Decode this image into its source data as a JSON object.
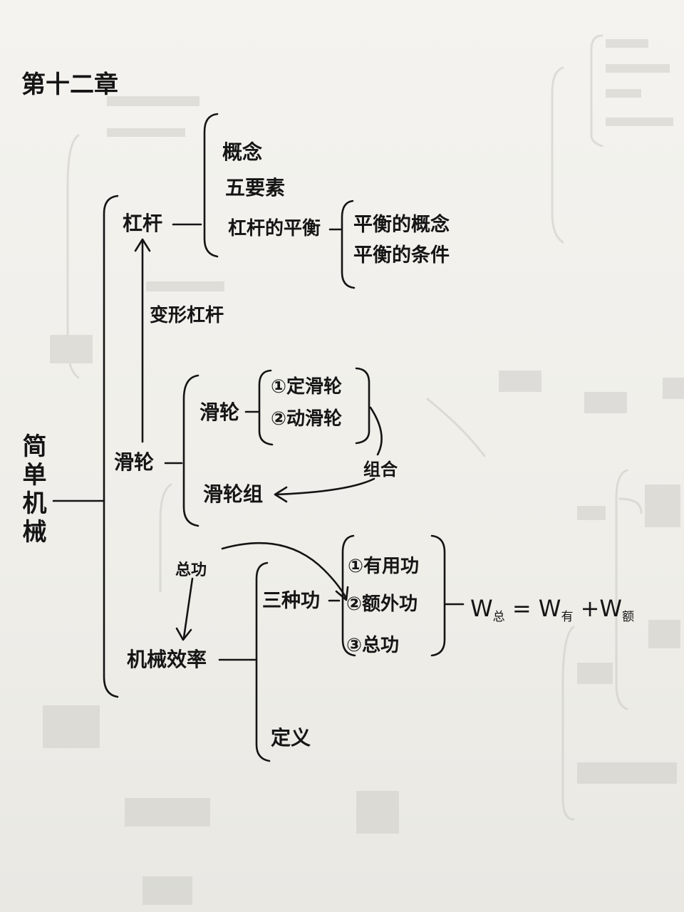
{
  "chapter": "第十二章",
  "root": "简单机械",
  "lever": {
    "label": "杠杆",
    "items": [
      "概念",
      "五要素",
      "杠杆的平衡"
    ],
    "balance_items": [
      "平衡的概念",
      "平衡的条件"
    ]
  },
  "transform_label": "变形杠杆",
  "pulley": {
    "label": "滑轮",
    "sub": "滑轮",
    "kinds": [
      "①定滑轮",
      "②动滑轮"
    ],
    "combine_label": "组合",
    "group": "滑轮组"
  },
  "efficiency": {
    "label": "机械效率",
    "note": "总功",
    "three_work": "三种功",
    "works": [
      "①有用功",
      "②额外功",
      "③总功"
    ],
    "definition": "定义"
  },
  "formula": {
    "w1": "W",
    "s1": "总",
    "eq": "=",
    "w2": "W",
    "s2": "有",
    "plus": "+",
    "w3": "W",
    "s3": "额"
  },
  "colors": {
    "ink": "#151515",
    "paper": "#f3f2ee",
    "bleed": "#c9c8c3"
  }
}
